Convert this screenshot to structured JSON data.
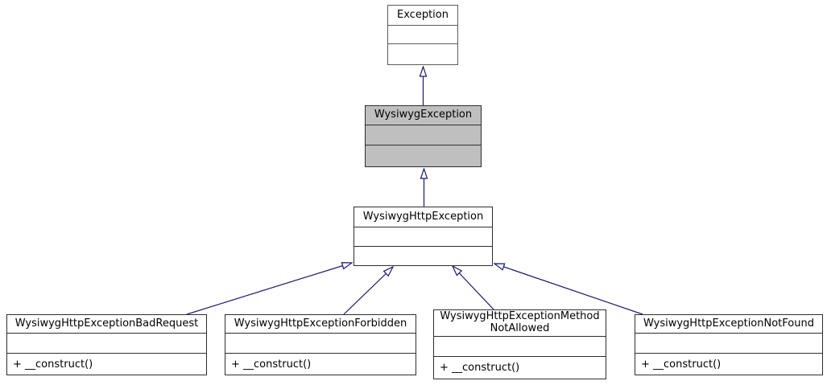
{
  "diagram": {
    "type": "uml-class-inheritance-graph",
    "arrow_color": "#191970",
    "node_fill": "#ffffff",
    "highlight_fill": "#bfbfbf",
    "border_color": "#2e2e2e",
    "external_border_color": "#5a5a5a"
  },
  "classes": {
    "exception": {
      "name": "Exception",
      "attributes": "",
      "methods": ""
    },
    "wysiwyg_exception": {
      "name": "WysiwygException",
      "attributes": "",
      "methods": ""
    },
    "wysiwyg_http_exception": {
      "name": "WysiwygHttpException",
      "attributes": "",
      "methods": ""
    },
    "bad_request": {
      "name": "WysiwygHttpExceptionBadRequest",
      "attributes": "",
      "methods": "+ __construct()"
    },
    "forbidden": {
      "name": "WysiwygHttpExceptionForbidden",
      "attributes": "",
      "methods": "+ __construct()"
    },
    "method_not_allowed": {
      "name": "WysiwygHttpExceptionMethodNotAllowed",
      "name_line1": "WysiwygHttpExceptionMethod",
      "name_line2": "NotAllowed",
      "attributes": "",
      "methods": "+ __construct()"
    },
    "not_found": {
      "name": "WysiwygHttpExceptionNotFound",
      "attributes": "",
      "methods": "+ __construct()"
    }
  },
  "edges": [
    {
      "from": "WysiwygException",
      "to": "Exception",
      "type": "inheritance"
    },
    {
      "from": "WysiwygHttpException",
      "to": "WysiwygException",
      "type": "inheritance"
    },
    {
      "from": "WysiwygHttpExceptionBadRequest",
      "to": "WysiwygHttpException",
      "type": "inheritance"
    },
    {
      "from": "WysiwygHttpExceptionForbidden",
      "to": "WysiwygHttpException",
      "type": "inheritance"
    },
    {
      "from": "WysiwygHttpExceptionMethodNotAllowed",
      "to": "WysiwygHttpException",
      "type": "inheritance"
    },
    {
      "from": "WysiwygHttpExceptionNotFound",
      "to": "WysiwygHttpException",
      "type": "inheritance"
    }
  ]
}
